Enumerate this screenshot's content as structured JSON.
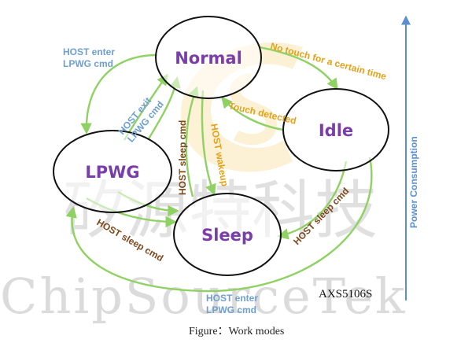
{
  "states": {
    "normal": "Normal",
    "idle": "Idle",
    "lpwg": "LPWG",
    "sleep": "Sleep"
  },
  "transitions": {
    "host_enter_lpwg_top": "HOST enter\nLPWG cmd",
    "host_exit_lpwg": "HOST exit\nLPWG cmd",
    "host_sleep_normal": "HOST sleep cmd",
    "host_wakeup": "HOST wakeup",
    "no_touch": "No touch for a certain time",
    "touch_detected": "Touch detected",
    "host_sleep_idle": "HOST sleep cmd",
    "host_sleep_lpwg": "HOST sleep cmd",
    "host_enter_lpwg_bottom": "HOST enter\nLPWG cmd"
  },
  "power_axis_label": "Power Consumption",
  "model": "AXS5106S",
  "caption": "Figure：Work modes",
  "watermark": {
    "cjk": "矽源特科技",
    "latin": "ChipSourceTek"
  },
  "colors": {
    "arrow": "#8fd163",
    "state_text": "#7a3ea8",
    "label_blue": "#6f9fcf",
    "label_brown": "#7b4a1e",
    "label_orange": "#e3a21a",
    "power_axis": "#5b8fd0"
  }
}
